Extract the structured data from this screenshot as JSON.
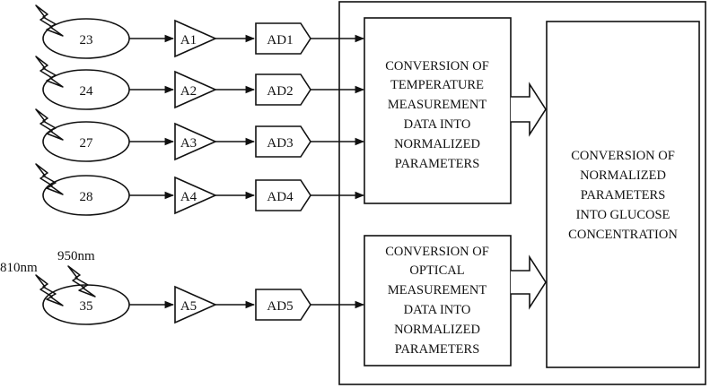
{
  "sensors": [
    {
      "label": "23",
      "amplifier": "A1",
      "converter": "AD1"
    },
    {
      "label": "24",
      "amplifier": "A2",
      "converter": "AD2"
    },
    {
      "label": "27",
      "amplifier": "A3",
      "converter": "AD3"
    },
    {
      "label": "28",
      "amplifier": "A4",
      "converter": "AD4"
    },
    {
      "label": "35",
      "amplifier": "A5",
      "converter": "AD5"
    }
  ],
  "wavelengths": [
    "810nm",
    "950nm"
  ],
  "temperature_box": [
    "CONVERSION OF",
    "TEMPERATURE",
    "MEASUREMENT",
    "DATA INTO",
    "NORMALIZED",
    "PARAMETERS"
  ],
  "optical_box": [
    "CONVERSION OF",
    "OPTICAL",
    "MEASUREMENT",
    "DATA INTO",
    "NORMALIZED",
    "PARAMETERS"
  ],
  "glucose_box": [
    "CONVERSION OF",
    "NORMALIZED",
    "PARAMETERS",
    "INTO GLUCOSE",
    "CONCENTRATION"
  ],
  "colors": {
    "line": "#111111",
    "background": "#ffffff"
  }
}
